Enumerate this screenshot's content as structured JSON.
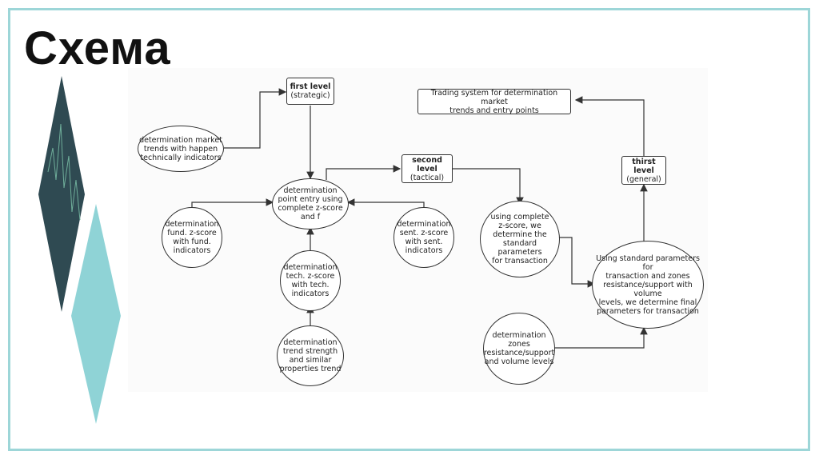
{
  "slide": {
    "title": "Схема"
  },
  "colors": {
    "frame": "#9dd6d8",
    "accent": "#8fd3d6",
    "dark": "#2f4a52"
  },
  "diagram": {
    "first_level": {
      "title": "first level",
      "sub": "(strategic)"
    },
    "second_level": {
      "title": "second level",
      "sub": "(tactical)"
    },
    "third_level": {
      "title": "thirst level",
      "sub": "(general)"
    },
    "trading_system": "Trading system for determination market\ntrends and entry points",
    "market_trends": "determination market\ntrends with happen\ntechnically indicators",
    "entry_point": "determination\npoint entry using\ncomplete z-score\nand f",
    "fund": "determination\nfund. z-score\nwith fund.\nindicators",
    "sent": "determination\nsent. z-score\nwith sent.\nindicators",
    "tech": "determination\ntech. z-score\nwith tech.\nindicators",
    "trend_strength": "determination\ntrend strength\nand similar\nproperties trend",
    "standard_params": "using complete\nz-score, we\ndetermine the\nstandard parameters\nfor transaction",
    "final_params": "Using standard parameters for\ntransaction and zones\nresistance/support with volume\nlevels, we determine final\nparameters for transaction",
    "zones": "determination\nzones\nresistance/support\nand volume levels"
  }
}
